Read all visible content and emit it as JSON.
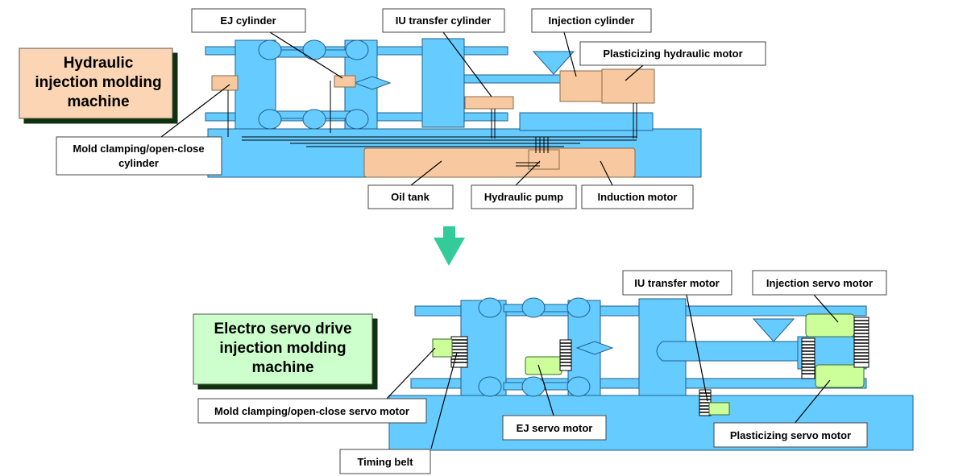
{
  "colors": {
    "machine_blue": "#66ccff",
    "hydraulic_part": "#f8c9a0",
    "servo_part": "#ccff99",
    "title_hydraulic_bg": "#fcd5b4",
    "title_servo_bg": "#ccffcc",
    "arrow": "#33cc99",
    "outline": "#1f5f8b"
  },
  "hydraulic": {
    "title_lines": [
      "Hydraulic",
      "injection molding",
      "machine"
    ],
    "labels": {
      "ej_cylinder": "EJ cylinder",
      "iu_transfer_cylinder": "IU transfer cylinder",
      "injection_cylinder": "Injection cylinder",
      "plasticizing_hydraulic_motor": "Plasticizing hydraulic motor",
      "mold_clamping_line1": "Mold clamping/open-close",
      "mold_clamping_line2": "cylinder",
      "oil_tank": "Oil tank",
      "hydraulic_pump": "Hydraulic pump",
      "induction_motor": "Induction motor"
    }
  },
  "transition": {
    "icon": "down-arrow-icon"
  },
  "servo": {
    "title_lines": [
      "Electro servo drive",
      "injection molding",
      "machine"
    ],
    "labels": {
      "iu_transfer_motor": "IU transfer motor",
      "injection_servo_motor": "Injection servo motor",
      "mold_clamping_servo_motor": "Mold clamping/open-close servo motor",
      "ej_servo_motor": "EJ servo motor",
      "plasticizing_servo_motor": "Plasticizing servo motor",
      "timing_belt": "Timing belt"
    }
  }
}
